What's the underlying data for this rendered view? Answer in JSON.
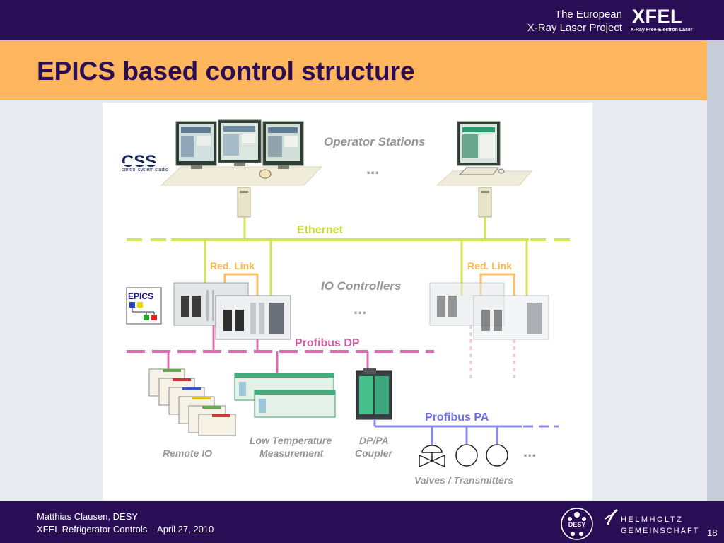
{
  "header": {
    "org_line1": "The European",
    "org_line2": "X-Ray Laser Project",
    "logo_word": "XFEL",
    "logo_sub": "X-Ray Free-Electron Laser"
  },
  "title": "EPICS based control structure",
  "diagram": {
    "operator_stations": "Operator Stations",
    "css_logo": "CSS",
    "css_sub": "control system studio",
    "ellipsis": "...",
    "ethernet": "Ethernet",
    "red_link": "Red. Link",
    "io_controllers": "IO Controllers",
    "epics_logo": "EPICS",
    "profibus_dp": "Profibus DP",
    "profibus_pa": "Profibus PA",
    "remote_io": "Remote IO",
    "low_temp_line1": "Low Temperature",
    "low_temp_line2": "Measurement",
    "dp_pa_line1": "DP/PA",
    "dp_pa_line2": "Coupler",
    "valves": "Valves / Transmitters"
  },
  "footer": {
    "line1": "Matthias Clausen, DESY",
    "line2": "XFEL Refrigerator Controls – April 27, 2010",
    "page": "18",
    "desy": "DESY",
    "helmholtz1": "HELMHOLTZ",
    "helmholtz2": "GEMEINSCHAFT"
  },
  "colors": {
    "brand_purple": "#2a0e55",
    "title_band": "#fdb55e",
    "ethernet": "#d3e554",
    "red_link": "#fcbf63",
    "profibus_dp": "#d96fb0",
    "profibus_pa": "#8a8af0"
  }
}
